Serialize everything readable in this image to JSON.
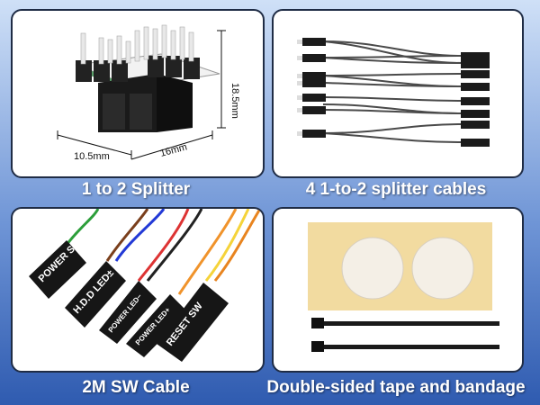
{
  "panels": [
    {
      "caption": "1 to 2 Splitter",
      "dims": {
        "width": "10.5mm",
        "depth": "16mm",
        "height": "18.5mm"
      }
    },
    {
      "caption": "4 1-to-2 splitter cables"
    },
    {
      "caption": "2M SW Cable",
      "connectors": [
        "POWER SW",
        "H.D.D LED±",
        "POWER LED−",
        "POWER LED+",
        "RESET SW"
      ]
    },
    {
      "caption": "Double-sided tape and bandage"
    }
  ],
  "colors": {
    "background_top": "#cfe0f7",
    "background_bottom": "#2f5bb0",
    "panel_border": "#1f2c45",
    "tape_backing": "#f2dba0"
  }
}
